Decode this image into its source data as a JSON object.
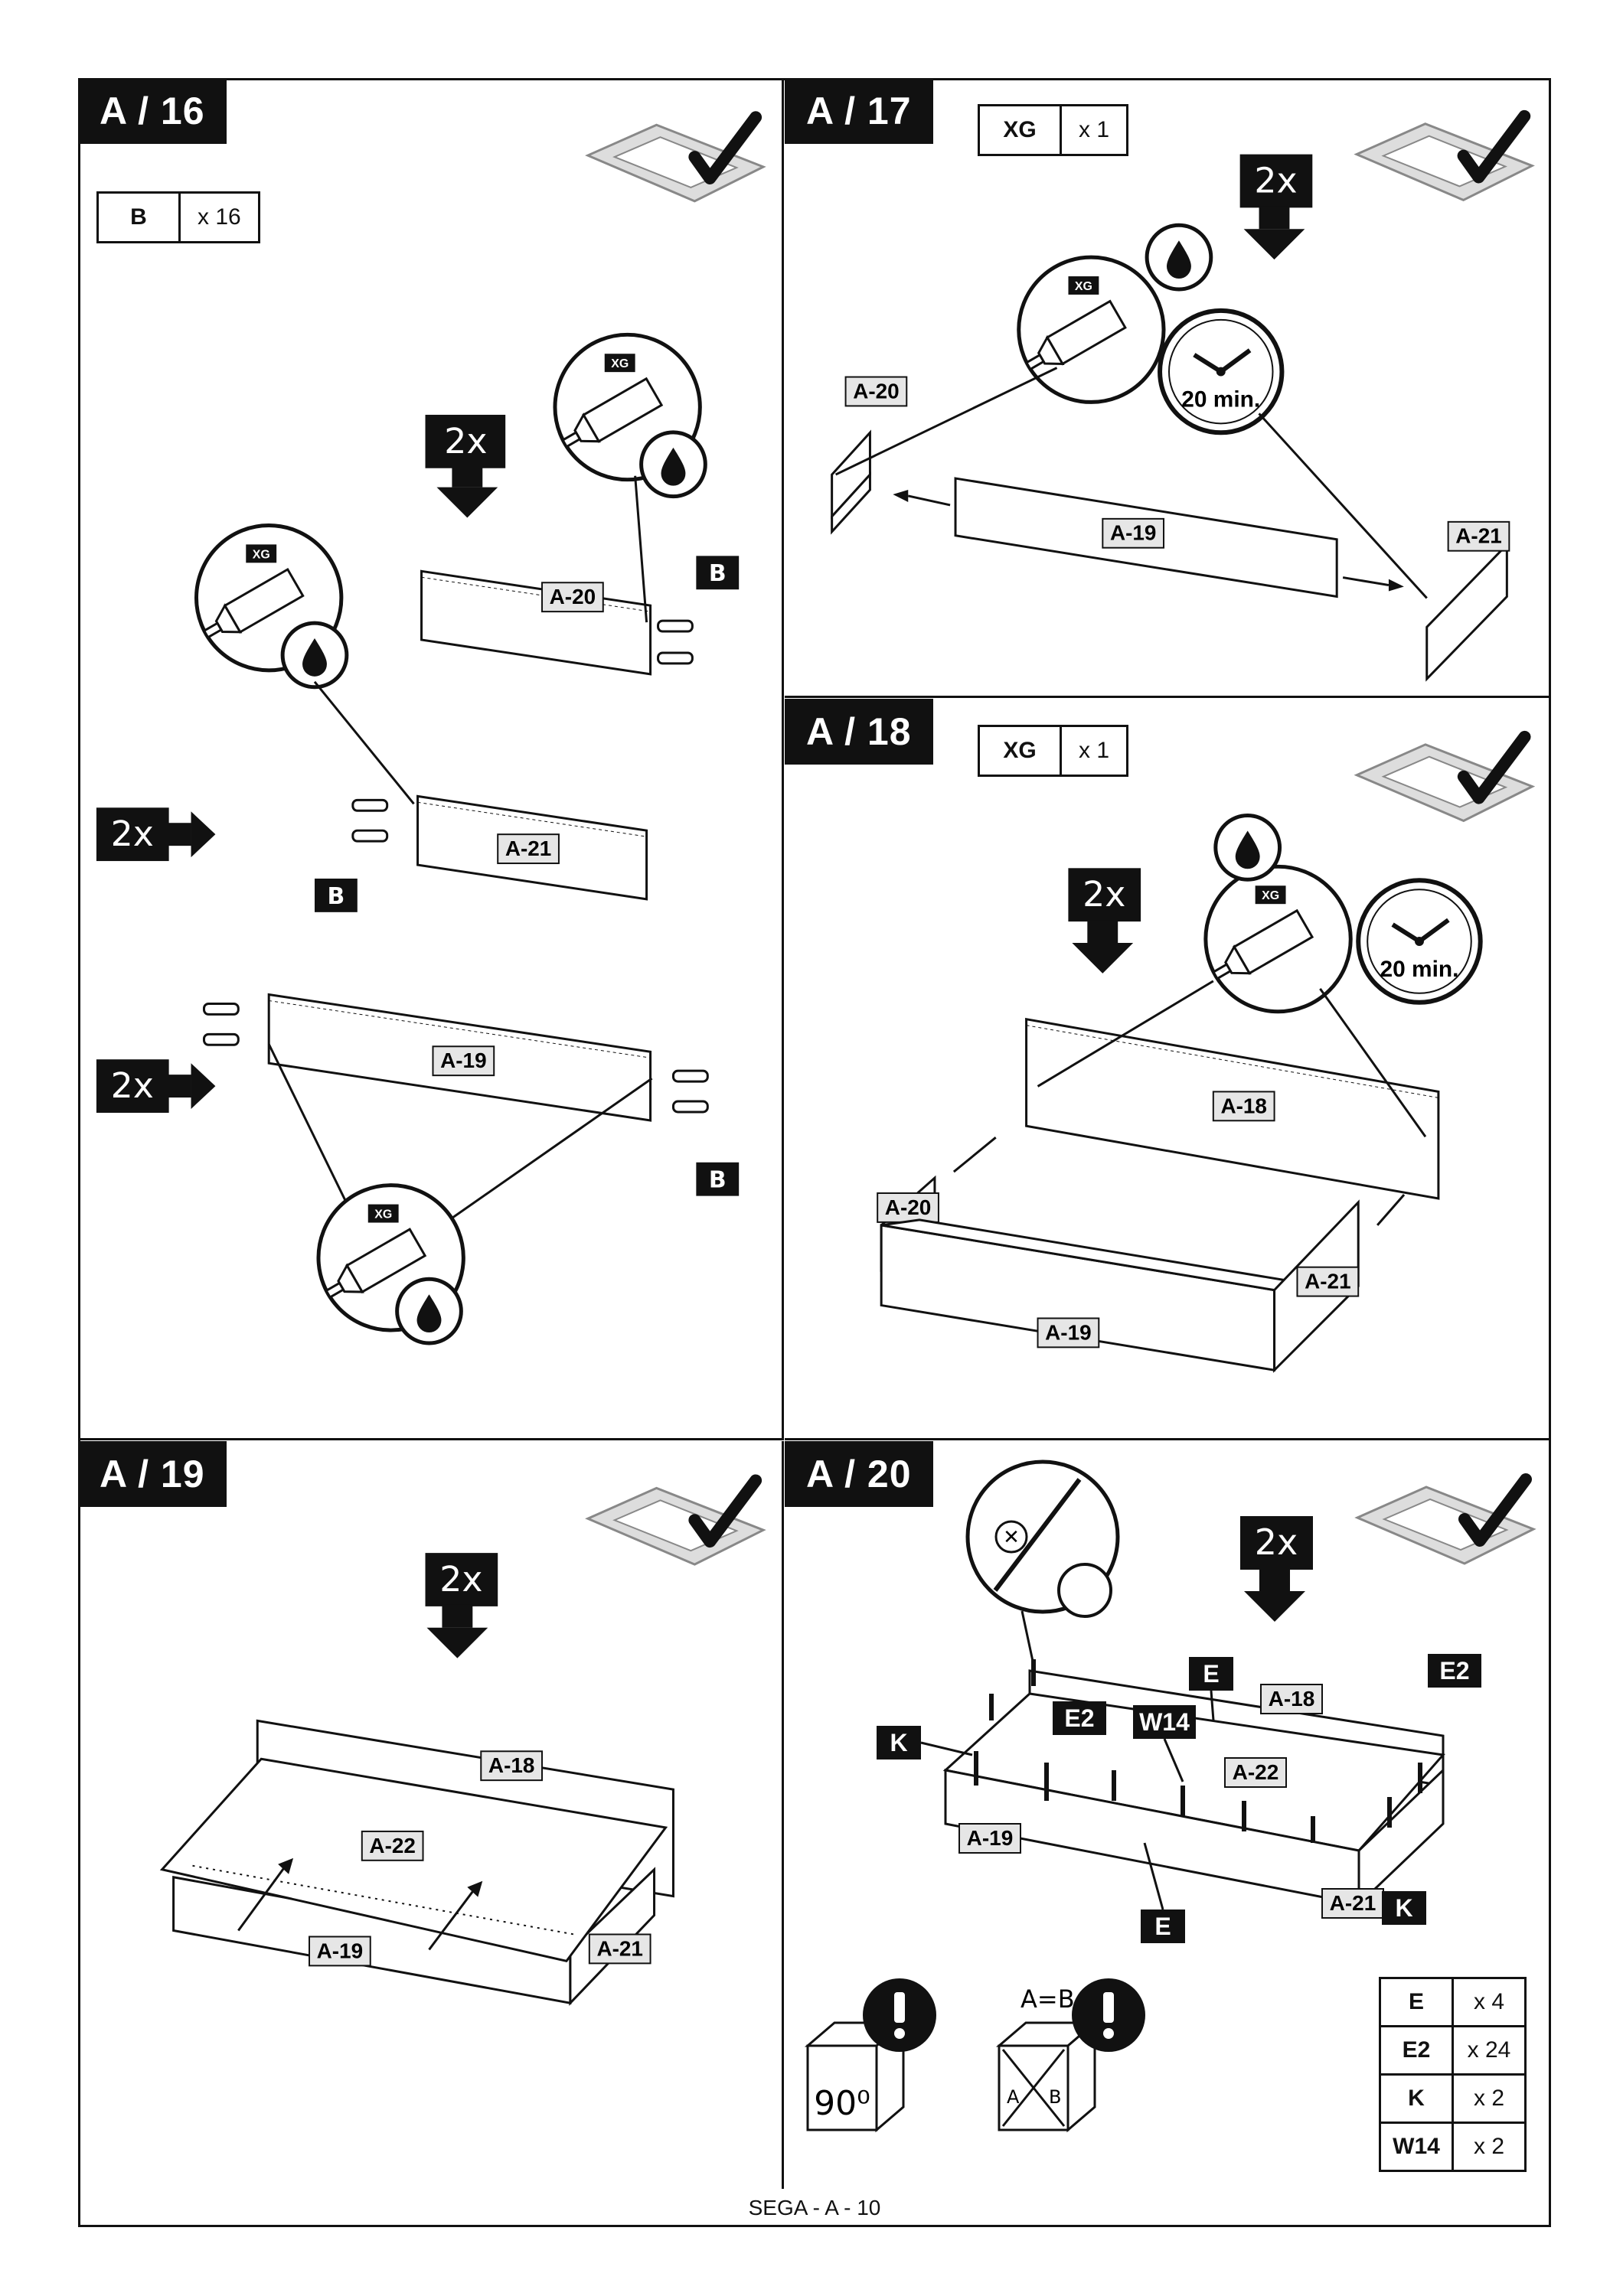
{
  "footer": "SEGA - A - 10",
  "steps": [
    {
      "id": "A / 16",
      "qty": {
        "code": "B",
        "count": "x 16"
      },
      "labels": {
        "p1": "A-20",
        "p2": "A-21",
        "p3": "A-19",
        "b": "B",
        "mult": "2x",
        "glue": "XG"
      }
    },
    {
      "id": "A / 17",
      "qty": {
        "code": "XG",
        "count": "x 1"
      },
      "labels": {
        "p1": "A-20",
        "p2": "A-19",
        "p3": "A-21",
        "mult": "2x",
        "glue": "XG",
        "timer": "20 min."
      }
    },
    {
      "id": "A / 18",
      "qty": {
        "code": "XG",
        "count": "x 1"
      },
      "labels": {
        "p1": "A-18",
        "p2": "A-20",
        "p3": "A-21",
        "p4": "A-19",
        "mult": "2x",
        "glue": "XG",
        "timer": "20 min."
      }
    },
    {
      "id": "A / 19",
      "labels": {
        "p1": "A-18",
        "p2": "A-22",
        "p3": "A-19",
        "p4": "A-21",
        "mult": "2x"
      }
    },
    {
      "id": "A / 20",
      "labels": {
        "p1": "A-18",
        "p2": "A-22",
        "p3": "A-19",
        "p4": "A-21",
        "mult": "2x",
        "e": "E",
        "e2": "E2",
        "k": "K",
        "w14": "W14",
        "angle": "90⁰",
        "ab": "A=B",
        "a": "A",
        "b": "B"
      },
      "legend": [
        {
          "code": "E",
          "count": "x 4"
        },
        {
          "code": "E2",
          "count": "x 24"
        },
        {
          "code": "K",
          "count": "x 2"
        },
        {
          "code": "W14",
          "count": "x 2"
        }
      ]
    }
  ],
  "icons": [
    "check-mat-icon",
    "glue-tube-icon",
    "drop-icon",
    "clock-icon",
    "screwdriver-icon",
    "warning-icon",
    "arrow-down-icon",
    "arrow-right-icon"
  ]
}
